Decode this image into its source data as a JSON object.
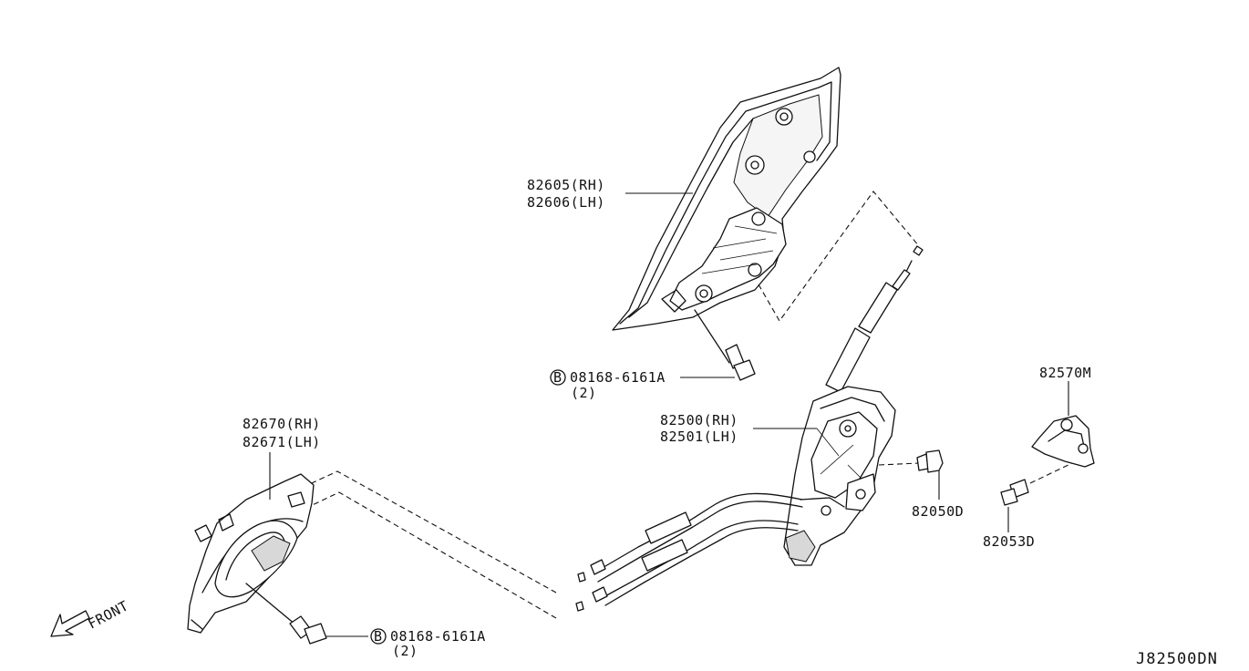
{
  "diagram_code": "J82500DN",
  "direction_label": "FRONT",
  "parts": {
    "window_regulator": {
      "rh": "82605(RH)",
      "lh": "82606(LH)"
    },
    "bolt_upper": {
      "symbol": "B",
      "number": "08168-6161A",
      "qty": "(2)"
    },
    "door_lock": {
      "rh": "82500(RH)",
      "lh": "82501(LH)"
    },
    "striker": {
      "number": "82570M"
    },
    "screw": {
      "number": "82050D"
    },
    "striker_screw": {
      "number": "82053D"
    },
    "inside_handle": {
      "rh": "82670(RH)",
      "lh": "82671(LH)"
    },
    "bolt_lower": {
      "symbol": "B",
      "number": "08168-6161A",
      "qty": "(2)"
    }
  }
}
